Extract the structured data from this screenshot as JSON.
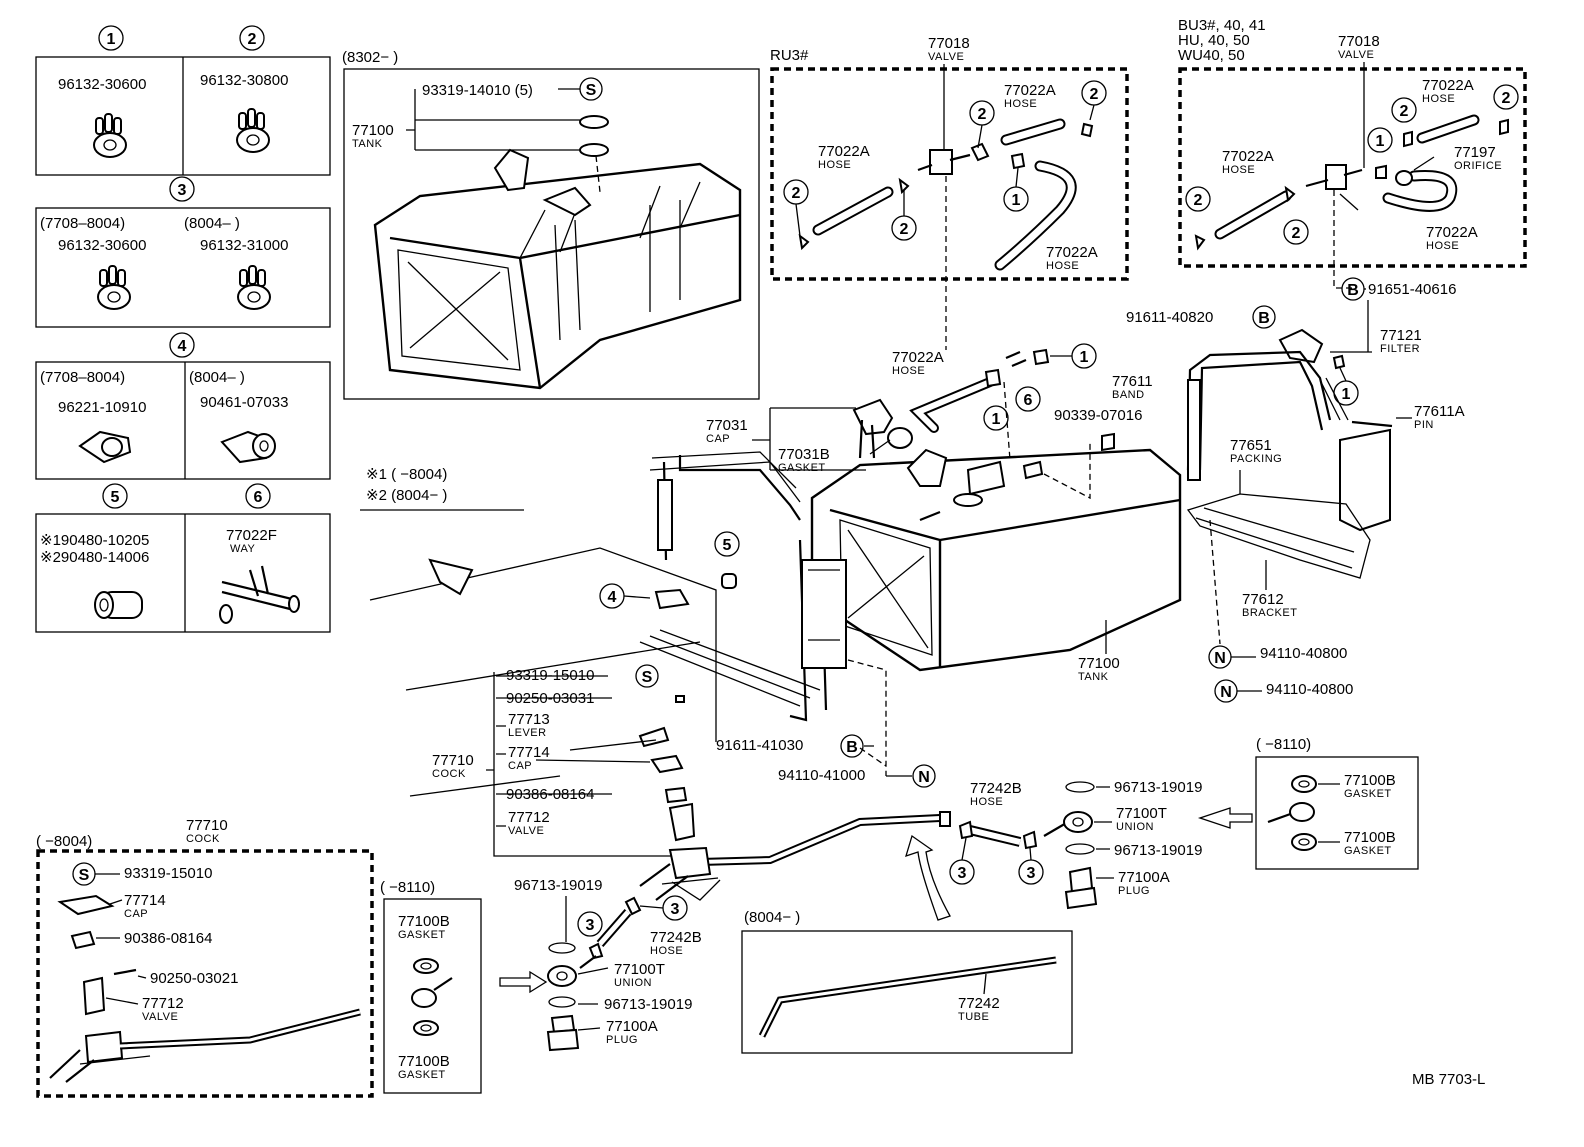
{
  "page": {
    "code": "MB 7703-L"
  },
  "legend": {
    "c1": {
      "num": "1",
      "part": "96132-30600"
    },
    "c2": {
      "num": "2",
      "part": "96132-30800"
    },
    "c3": {
      "num": "3",
      "left_range": "(7708–8004)",
      "left_part": "96132-30600",
      "right_range": "(8004–      )",
      "right_part": "96132-31000"
    },
    "c4": {
      "num": "4",
      "left_range": "(7708–8004)",
      "left_part": "96221-10910",
      "right_range": "(8004–      )",
      "right_part": "90461-07033"
    },
    "c5": {
      "num": "5",
      "part1": "※190480-10205",
      "part2": "※290480-14006"
    },
    "c6": {
      "num": "6",
      "part": "77022F",
      "name": "WAY"
    }
  },
  "notes": {
    "n1": "※1  (       −8004)",
    "n2": "※2  (8004−          )"
  },
  "tank_inset": {
    "range": "(8302−        )",
    "bolt": "93319-14010 (5)",
    "bolt_mark": "S",
    "tank_part": "77100",
    "tank_name": "TANK"
  },
  "ru3": {
    "title": "RU3#",
    "valve_part": "77018",
    "valve_name": "VALVE",
    "hose_a": "77022A",
    "hose_b": "77022A",
    "hose_c": "77022A",
    "hose_name": "HOSE"
  },
  "bu3": {
    "title1": "BU3#, 40, 41",
    "title2": "HU, 40, 50",
    "title3": "WU40, 50",
    "valve_part": "77018",
    "valve_name": "VALVE",
    "hose_a": "77022A",
    "hose_b": "77022A",
    "hose_c": "77022A",
    "hose_name": "HOSE",
    "orifice_part": "77197",
    "orifice_name": "ORIFICE"
  },
  "main": {
    "p91651": "91651-40616",
    "mark_b": "B",
    "p91611a": "91611-40820",
    "filter_part": "77121",
    "filter_name": "FILTER",
    "band_part": "77611",
    "band_name": "BAND",
    "pin_part": "77611A",
    "pin_name": "PIN",
    "packing_part": "77651",
    "packing_name": "PACKING",
    "bracket_part": "77612",
    "bracket_name": "BRACKET",
    "tank_part": "77100",
    "tank_name": "TANK",
    "p94110a": "94110-40800",
    "p94110b": "94110-40800",
    "mark_n": "N",
    "hose_part": "77022A",
    "hose_name": "HOSE",
    "cap_part": "77031",
    "cap_name": "CAP",
    "gasket_part": "77031B",
    "gasket_name": "GASKET",
    "p90339": "90339-07016",
    "p91611b": "91611-41030",
    "p94110c": "94110-41000",
    "cock_part": "77710",
    "cock_name": "COCK",
    "p93319": "93319-15010",
    "mark_s": "S",
    "p90250": "90250-03031",
    "lever_part": "77713",
    "lever_name": "LEVER",
    "cap2_part": "77714",
    "cap2_name": "CAP",
    "p90386": "90386-08164",
    "valve_part": "77712",
    "valve_name": "VALVE"
  },
  "drain": {
    "hose_part": "77242B",
    "hose_name": "HOSE",
    "p96713a": "96713-19019",
    "p96713b": "96713-19019",
    "union_part": "77100T",
    "union_name": "UNION",
    "plug_part": "77100A",
    "plug_name": "PLUG",
    "hose2_part": "77242B",
    "hose2_name": "HOSE",
    "p96713c": "96713-19019",
    "p96713d": "96713-19019",
    "union2_part": "77100T",
    "union2_name": "UNION",
    "plug2_part": "77100A",
    "plug2_name": "PLUG"
  },
  "inset_8110_right": {
    "range": "(       −8110)",
    "g1_part": "77100B",
    "g1_name": "GASKET",
    "g2_part": "77100B",
    "g2_name": "GASKET"
  },
  "inset_8110_left": {
    "range": "(       −8110)",
    "g1_part": "77100B",
    "g1_name": "GASKET",
    "g2_part": "77100B",
    "g2_name": "GASKET"
  },
  "cock_inset": {
    "range": "(       −8004)",
    "cock_part": "77710",
    "cock_name": "COCK",
    "p93319": "93319-15010",
    "mark_s": "S",
    "cap_part": "77714",
    "cap_name": "CAP",
    "p90386": "90386-08164",
    "p90250": "90250-03021",
    "valve_part": "77712",
    "valve_name": "VALVE"
  },
  "tube_inset": {
    "range": "(8004−          )",
    "tube_part": "77242",
    "tube_name": "TUBE"
  }
}
